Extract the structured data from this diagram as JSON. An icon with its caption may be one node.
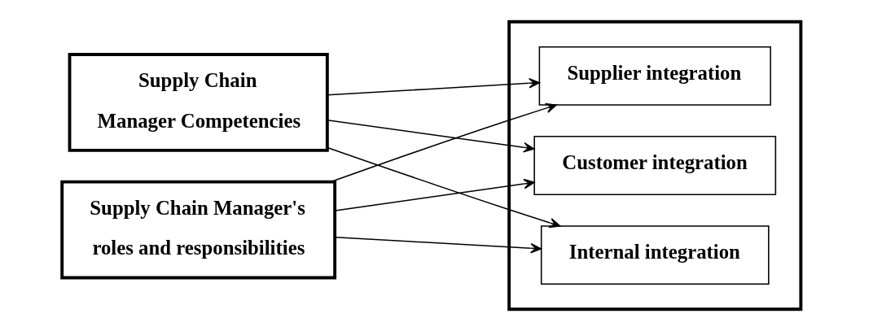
{
  "diagram": {
    "nodes": [
      {
        "text": [
          "Supply Chain Manager Competencies"
        ]
      },
      {
        "text": [
          "Supply Chain Manager's roles and responsibilities"
        ]
      },
      {
        "text": [],
        "shape": "box"
      },
      {
        "text": [
          "Internal integration"
        ],
        "in": 2
      },
      {
        "text": [
          "Supplier integration"
        ],
        "in": 2
      },
      {
        "text": [
          "Customer integration"
        ],
        "in": 2
      }
    ],
    "edges": [
      {
        "from": 0,
        "to": 3,
        "arrow": "to"
      },
      {
        "from": 0,
        "to": 4,
        "arrow": "to"
      },
      {
        "from": 0,
        "to": 5,
        "arrow": "to"
      },
      {
        "from": 1,
        "to": 3,
        "arrow": "to"
      },
      {
        "from": 1,
        "to": 4,
        "arrow": "to"
      },
      {
        "from": 1,
        "to": 5,
        "arrow": "to"
      }
    ]
  }
}
